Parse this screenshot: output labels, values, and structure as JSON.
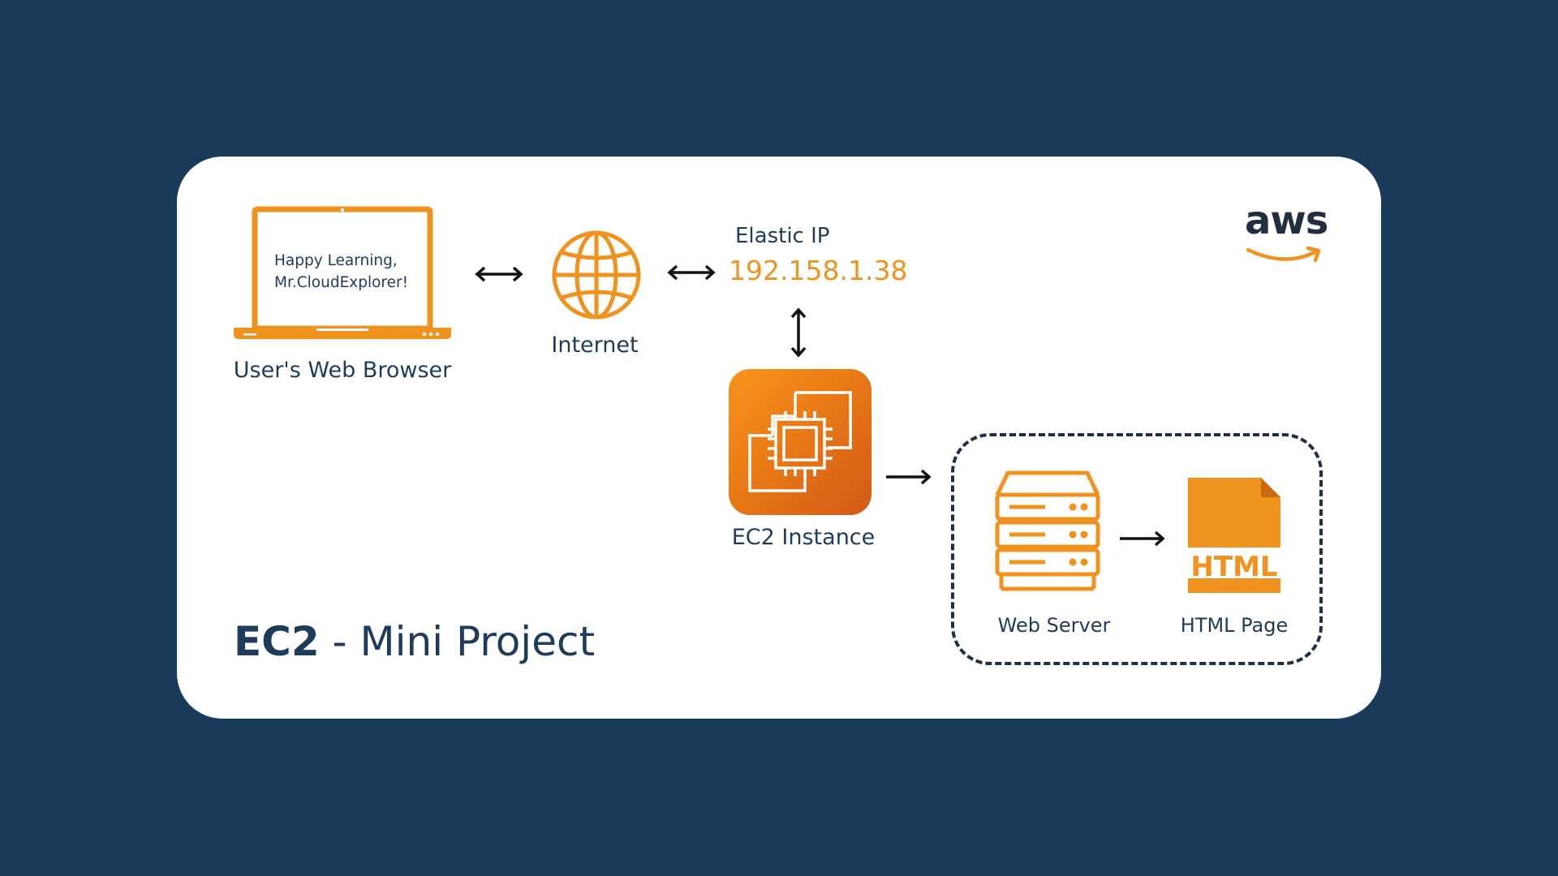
{
  "browser": {
    "screen_line1": "Happy Learning,",
    "screen_line2": "Mr.CloudExplorer!",
    "label": "User's Web Browser"
  },
  "internet": {
    "label": "Internet"
  },
  "elastic_ip": {
    "label": "Elastic IP",
    "value": "192.158.1.38"
  },
  "ec2": {
    "label": "EC2 Instance"
  },
  "web_server": {
    "label": "Web Server"
  },
  "html_page": {
    "label": "HTML Page",
    "file_text": "HTML"
  },
  "logo": {
    "text": "aws"
  },
  "title": {
    "bold": "EC2",
    "rest": " - Mini Project"
  },
  "colors": {
    "background": "#1a3a5c",
    "accent": "#f0921e",
    "text": "#1f3b5a"
  }
}
